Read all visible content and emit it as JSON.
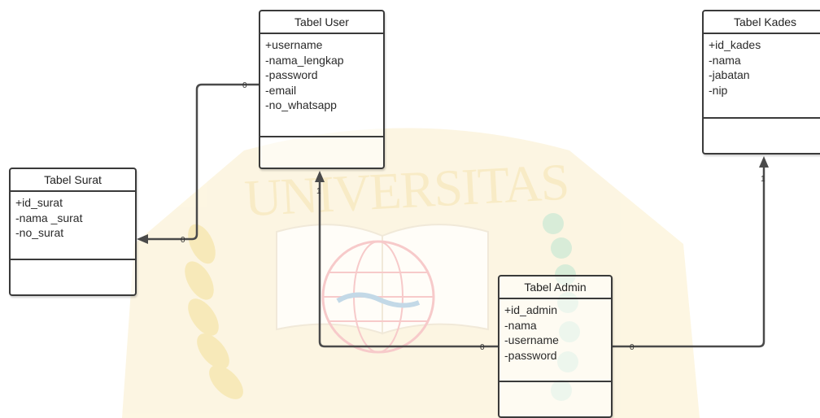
{
  "tables": {
    "user": {
      "title": "Tabel User",
      "attributes": [
        "+username",
        "-nama_lengkap",
        "-password",
        "-email",
        "-no_whatsapp"
      ]
    },
    "kades": {
      "title": "Tabel Kades",
      "attributes": [
        "+id_kades",
        "-nama",
        "-jabatan",
        "-nip"
      ]
    },
    "surat": {
      "title": "Tabel Surat",
      "attributes": [
        "+id_surat",
        "-nama _surat",
        "-no_surat"
      ]
    },
    "admin": {
      "title": "Tabel Admin",
      "attributes": [
        "+id_admin",
        "-nama",
        "-username",
        "-password"
      ]
    }
  },
  "relations": {
    "user_surat": {
      "from_mult": "0",
      "to_mult": "0"
    },
    "admin_user": {
      "from_mult": "0",
      "to_mult": "1"
    },
    "admin_kades": {
      "from_mult": "0",
      "to_mult": "1"
    }
  },
  "watermark": {
    "text": "UNIVERSITAS",
    "color": "#f1d27d"
  },
  "colors": {
    "line": "#4a4a4a",
    "border": "#3a3a3a",
    "background": "#ffffff"
  }
}
